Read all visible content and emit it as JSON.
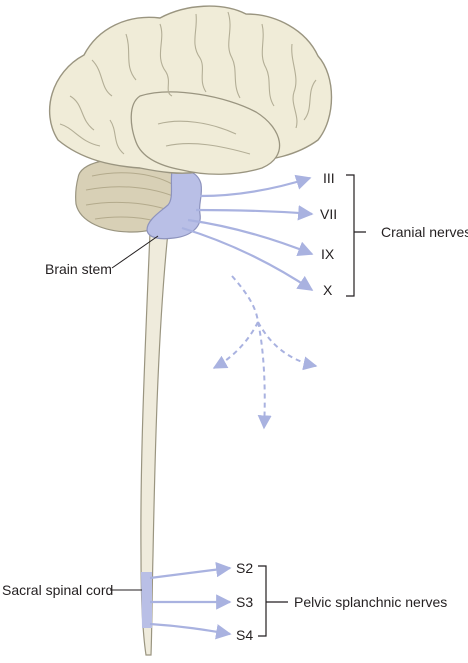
{
  "labels": {
    "brain_stem": "Brain stem",
    "sacral_spinal_cord": "Sacral spinal cord",
    "cranial_nerves": "Cranial nerves",
    "pelvic_splanchnic_nerves": "Pelvic splanchnic nerves"
  },
  "cranial_nerve_numbers": [
    "III",
    "VII",
    "IX",
    "X"
  ],
  "sacral_nerve_levels": [
    "S2",
    "S3",
    "S4"
  ],
  "colors": {
    "cerebrum": "#f0ecd8",
    "cerebrum_outline": "#9a9580",
    "cerebellum": "#d8d0b6",
    "spinal_cord": "#efebdc",
    "parasympathetic_highlight": "#b9bfe6",
    "nerve_arrow": "#a9b2e0",
    "bracket": "#231f20"
  }
}
